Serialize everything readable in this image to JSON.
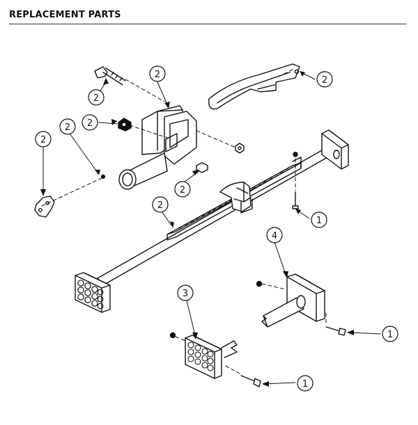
{
  "header": {
    "title": "REPLACEMENT PARTS"
  },
  "callouts": [
    {
      "id": "bolt-top",
      "label": "2"
    },
    {
      "id": "nut-left",
      "label": "2"
    },
    {
      "id": "bracket-top",
      "label": "2"
    },
    {
      "id": "handle-tip",
      "label": "2"
    },
    {
      "id": "pin-left",
      "label": "2"
    },
    {
      "id": "latch-far-left",
      "label": "2"
    },
    {
      "id": "pin-center",
      "label": "2"
    },
    {
      "id": "rack",
      "label": "2"
    },
    {
      "id": "screw-right",
      "label": "1"
    },
    {
      "id": "end-bracket",
      "label": "4"
    },
    {
      "id": "foot-pad",
      "label": "3"
    },
    {
      "id": "screw-bottom-right",
      "label": "1"
    },
    {
      "id": "screw-bottom",
      "label": "1"
    }
  ]
}
